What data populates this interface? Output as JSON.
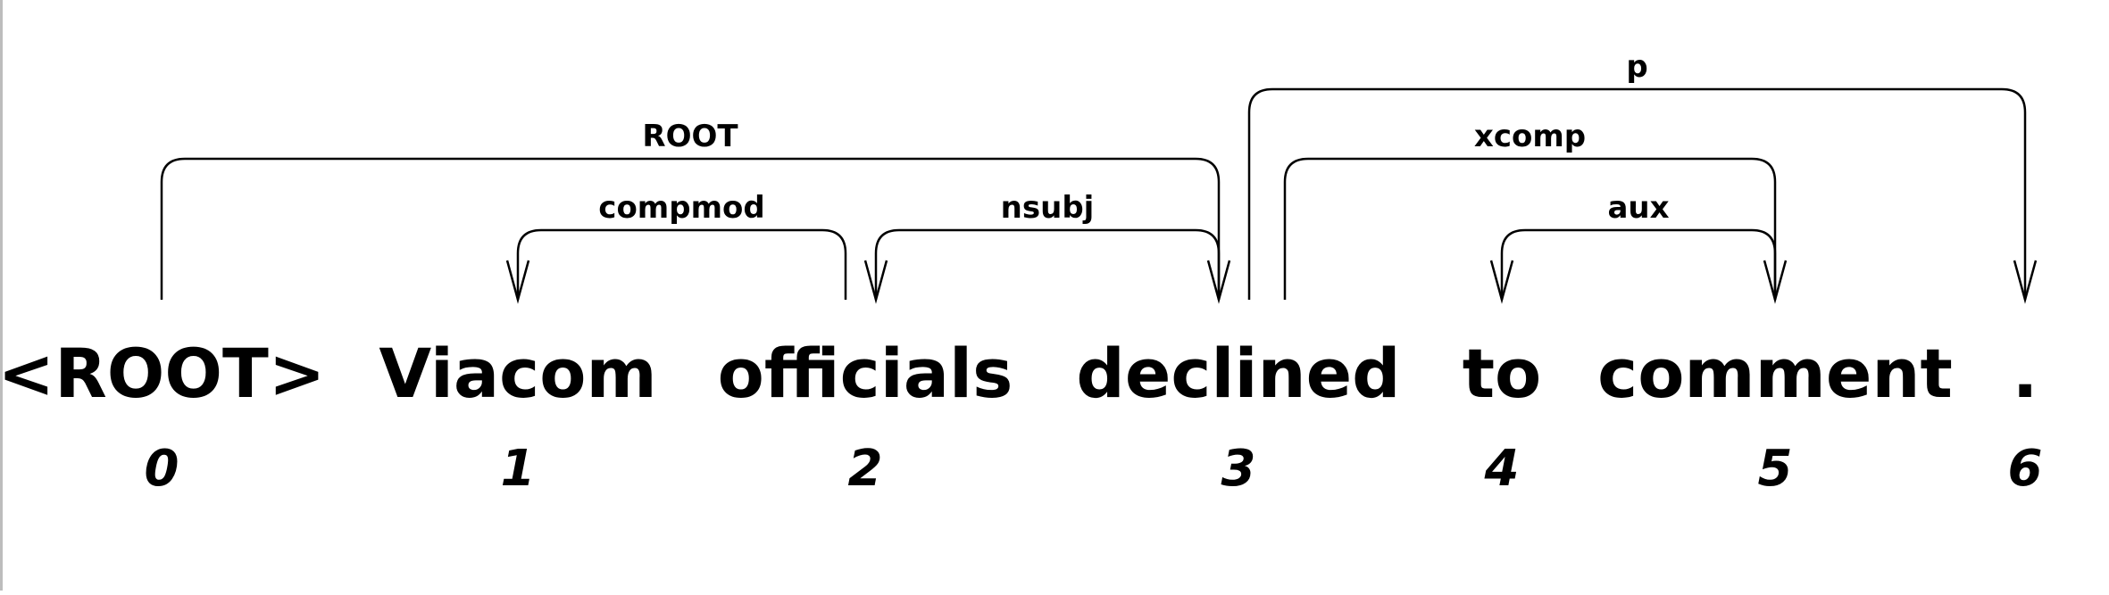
{
  "tokens": [
    {
      "text": "<ROOT>",
      "index": "0"
    },
    {
      "text": "Viacom",
      "index": "1"
    },
    {
      "text": "officials",
      "index": "2"
    },
    {
      "text": "declined",
      "index": "3"
    },
    {
      "text": "to",
      "index": "4"
    },
    {
      "text": "comment",
      "index": "5"
    },
    {
      "text": ".",
      "index": "6"
    }
  ],
  "arcs": [
    {
      "label": "ROOT",
      "head": 0,
      "dependent": 3
    },
    {
      "label": "compmod",
      "head": 2,
      "dependent": 1
    },
    {
      "label": "nsubj",
      "head": 3,
      "dependent": 2
    },
    {
      "label": "p",
      "head": 3,
      "dependent": 6
    },
    {
      "label": "xcomp",
      "head": 3,
      "dependent": 5
    },
    {
      "label": "aux",
      "head": 5,
      "dependent": 4
    }
  ]
}
